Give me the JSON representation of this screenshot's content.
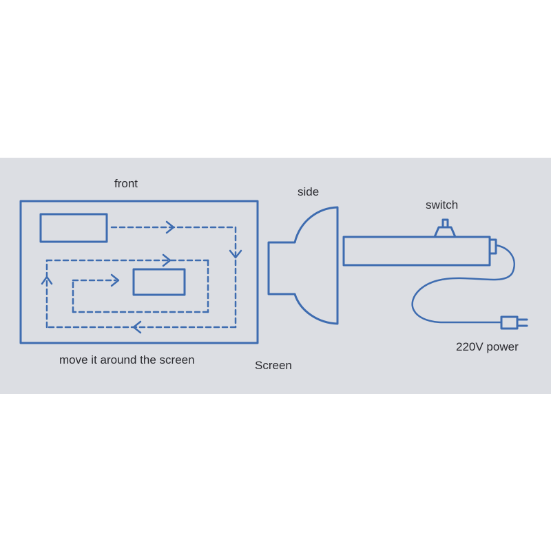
{
  "labels": {
    "front": "front",
    "side": "side",
    "switch": "switch",
    "move": "move it around the screen",
    "screen": "Screen",
    "power": "220V power"
  },
  "colors": {
    "background": "#dcdee3",
    "line": "#3e6cb0",
    "text": "#2b2b30"
  }
}
